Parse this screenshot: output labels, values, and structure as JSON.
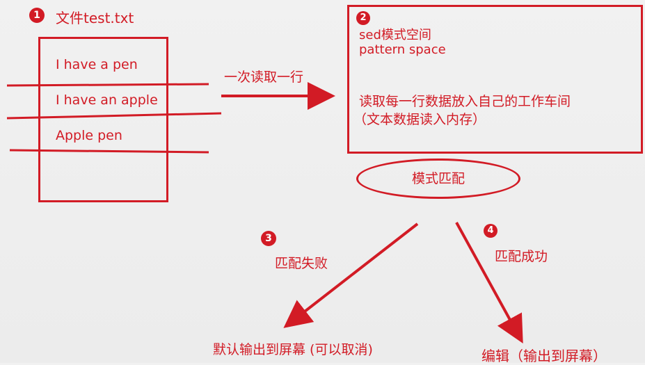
{
  "file": {
    "step": "1",
    "title": "文件test.txt",
    "lines": [
      "I have a pen",
      "I have an apple",
      "Apple pen"
    ]
  },
  "read_label": "一次读取一行",
  "pattern_space": {
    "step": "2",
    "title": "sed模式空间",
    "subtitle": "pattern space",
    "desc1": "读取每一行数据放入自己的工作车间",
    "desc2": "（文本数据读入内存）"
  },
  "match_node": "模式匹配",
  "fail": {
    "step": "3",
    "label": "匹配失败",
    "result": "默认输出到屏幕 (可以取消)"
  },
  "success": {
    "step": "4",
    "label": "匹配成功",
    "result": "编辑（输出到屏幕）"
  },
  "colors": {
    "accent": "#d21b25",
    "background": "#eeeeee"
  }
}
